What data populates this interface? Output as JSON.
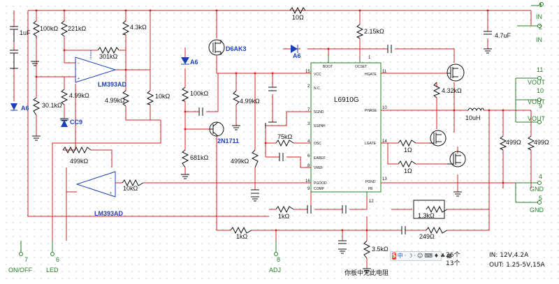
{
  "resistors": {
    "r10": "10Ω",
    "r100k_left": "100kΩ",
    "r221k": "221kΩ",
    "r43k": "4.3kΩ",
    "r301k": "301kΩ",
    "r499k_a": "4.99kΩ",
    "r499k_b": "4.99kΩ",
    "r301k_low": "30.1kΩ",
    "r10k_v": "10kΩ",
    "r100k_mid": "100kΩ",
    "r681k": "681kΩ",
    "r215k": "2.15kΩ",
    "r432k": "4.32kΩ",
    "r499k_mid": "4.99kΩ",
    "r75k": "75kΩ",
    "r499k_trim": "499kΩ",
    "r499k_op2": "499kΩ",
    "r10k_h": "10kΩ",
    "r1_a": "1Ω",
    "r1_b": "1Ω",
    "r499_a": "499Ω",
    "r499_b": "499Ω",
    "r1k_a": "1kΩ",
    "r1k_b": "1kΩ",
    "r13k": "1.3kΩ",
    "r249": "249Ω",
    "r35k": "3.5kΩ"
  },
  "capacitors": {
    "c1u": "1uF",
    "c47u": "4.7uF"
  },
  "inductor": "10uH",
  "semis": {
    "comp1": "LM393AD",
    "comp2": "LM393AD",
    "mosfet": "D6AK3",
    "diode_a": "A6",
    "diode_b": "A6",
    "diode_c": "A6",
    "zener": "CC9",
    "transistor": "2N1711"
  },
  "ic": {
    "name": "L6910G",
    "pins_left": [
      "VCC",
      "N.C.",
      "SGND",
      "SS/INH",
      "OSC",
      "EAREF",
      "VREF",
      "PGOOD",
      "COMP"
    ],
    "pins_right": [
      "OCSET",
      "HGATE",
      "PHASE",
      "LGATE",
      "PGND",
      "FB"
    ],
    "pin_boot": "BOOT",
    "pin_nums_left": [
      "15",
      "2",
      "7",
      "3",
      "4",
      "6",
      "8",
      "16",
      "9"
    ],
    "pin_nums_right": [
      "11",
      "10",
      "14",
      "13",
      "1",
      "12"
    ]
  },
  "connectors": {
    "in1_num": "1",
    "in1_label": "IN",
    "in2_num": "2",
    "in2_label": "IN",
    "vout11_num": "11",
    "vout11_label": "VOUT",
    "vout10_num": "10",
    "vout10_label": "VOUT",
    "vout9_num": "9",
    "vout9_label": "VOUT",
    "gnd4_num": "4",
    "gnd4_label": "GND",
    "gnd5_num": "5",
    "gnd5_label": "GND",
    "onoff_num": "7",
    "onoff_label": "ON/OFF",
    "led_num": "6",
    "led_label": "LED",
    "adj_num": "8",
    "adj_label": "ADJ"
  },
  "notes": {
    "input_spec": "IN: 12V,4.2A",
    "output_spec": "OUT: 1.25-5V,15A",
    "count_a": "26个",
    "count_b": "13个",
    "board_note": "你板中无此电阻",
    "ime_icons": [
      "S",
      "中",
      "·",
      "☽",
      "·",
      "☺",
      "⌨",
      "♦",
      "♣",
      "▦"
    ]
  },
  "colors": {
    "wire": "#d42020",
    "component": "#2a7d2a",
    "semiconductor": "#1d3fb5"
  }
}
